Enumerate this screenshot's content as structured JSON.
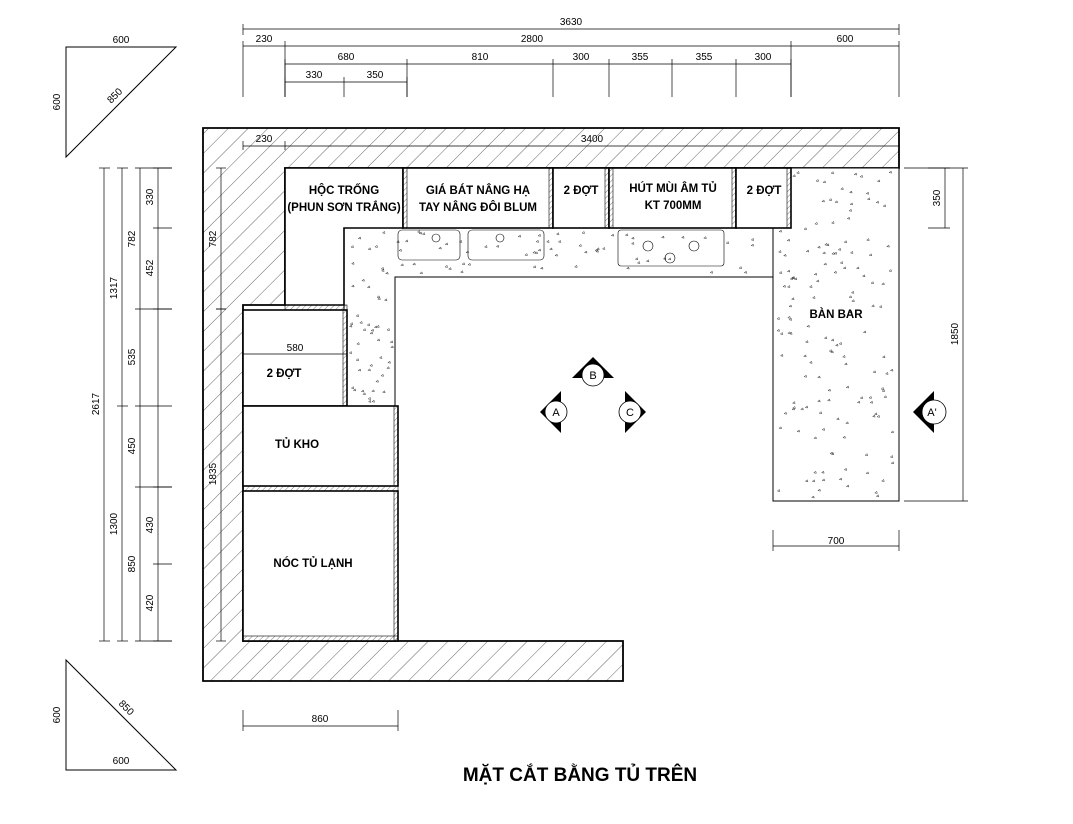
{
  "title": "MẶT CẮT BẰNG TỦ TRÊN",
  "labels": {
    "hoc_trong_1": "HỘC TRỐNG",
    "hoc_trong_2": "(PHUN SƠN TRẮNG)",
    "gia_bat_1": "GIÁ BÁT NÂNG HẠ",
    "gia_bat_2": "TAY NÂNG ĐÔI BLUM",
    "hai_dot_a": "2 ĐỢT",
    "hut_mui_1": "HÚT MÙI ÂM TỦ",
    "hut_mui_2": "KT 700MM",
    "hai_dot_b": "2 ĐỢT",
    "ban_bar": "BÀN BAR",
    "hai_dot_c": "2 ĐỢT",
    "tu_kho": "TỦ KHO",
    "noc_tu_lanh": "NÓC TỦ LẠNH"
  },
  "section_marks": {
    "a": "A",
    "b": "B",
    "c": "C",
    "a_prime": "A'"
  },
  "dims": {
    "top_total": "3630",
    "top_230": "230",
    "top_2800": "2800",
    "top_600": "600",
    "top_680": "680",
    "top_810": "810",
    "top_300a": "300",
    "top_355a": "355",
    "top_355b": "355",
    "top_300b": "300",
    "top_330": "330",
    "top_350": "350",
    "inner_230": "230",
    "inner_3400": "3400",
    "left_2617": "2617",
    "left_1317": "1317",
    "left_1300": "1300",
    "left_782a": "782",
    "left_535": "535",
    "left_450": "450",
    "left_850": "850",
    "left_330": "330",
    "left_452": "452",
    "left_430": "430",
    "left_420": "420",
    "inner_782": "782",
    "inner_1835": "1835",
    "inner_580": "580",
    "right_350": "350",
    "right_1850": "1850",
    "bottom_700": "700",
    "bottom_860": "860",
    "tri_top_600a": "600",
    "tri_top_600b": "600",
    "tri_top_850": "850",
    "tri_bot_600a": "600",
    "tri_bot_600b": "600",
    "tri_bot_850": "850"
  }
}
